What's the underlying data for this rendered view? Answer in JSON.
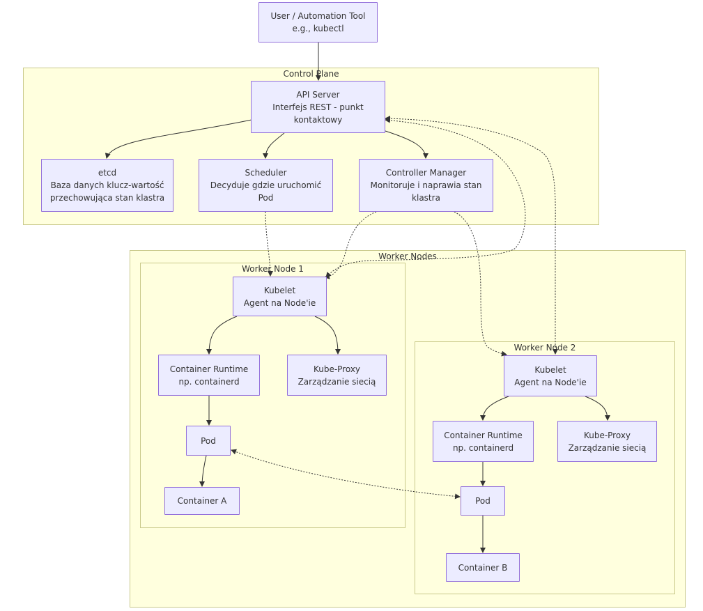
{
  "colors": {
    "cluster_fill": "#ffffde",
    "cluster_border": "#c9c98a",
    "node_fill": "#ececff",
    "node_border": "#9370db",
    "edge": "#333333"
  },
  "clusters": {
    "control_plane": "Control Plane",
    "worker_nodes": "Worker Nodes",
    "worker_node_1": "Worker Node 1",
    "worker_node_2": "Worker Node 2"
  },
  "nodes": {
    "user": {
      "line1": "User / Automation Tool",
      "line2": "e.g., kubectl"
    },
    "api_server": {
      "line1": "API Server",
      "line2": "Interfejs REST - punkt",
      "line3": "kontaktowy"
    },
    "etcd": {
      "line1": "etcd",
      "line2": "Baza danych klucz-wartość",
      "line3": "przechowująca stan klastra"
    },
    "scheduler": {
      "line1": "Scheduler",
      "line2": "Decyduje gdzie uruchomić",
      "line3": "Pod"
    },
    "controller_manager": {
      "line1": "Controller Manager",
      "line2": "Monitoruje i naprawia stan",
      "line3": "klastra"
    },
    "kubelet1": {
      "line1": "Kubelet",
      "line2": "Agent na Node'ie"
    },
    "runtime1": {
      "line1": "Container Runtime",
      "line2": "np. containerd"
    },
    "proxy1": {
      "line1": "Kube-Proxy",
      "line2": "Zarządzanie siecią"
    },
    "pod1": {
      "line1": "Pod"
    },
    "container_a": {
      "line1": "Container A"
    },
    "kubelet2": {
      "line1": "Kubelet",
      "line2": "Agent na Node'ie"
    },
    "runtime2": {
      "line1": "Container Runtime",
      "line2": "np. containerd"
    },
    "proxy2": {
      "line1": "Kube-Proxy",
      "line2": "Zarządzanie siecią"
    },
    "pod2": {
      "line1": "Pod"
    },
    "container_b": {
      "line1": "Container B"
    }
  }
}
